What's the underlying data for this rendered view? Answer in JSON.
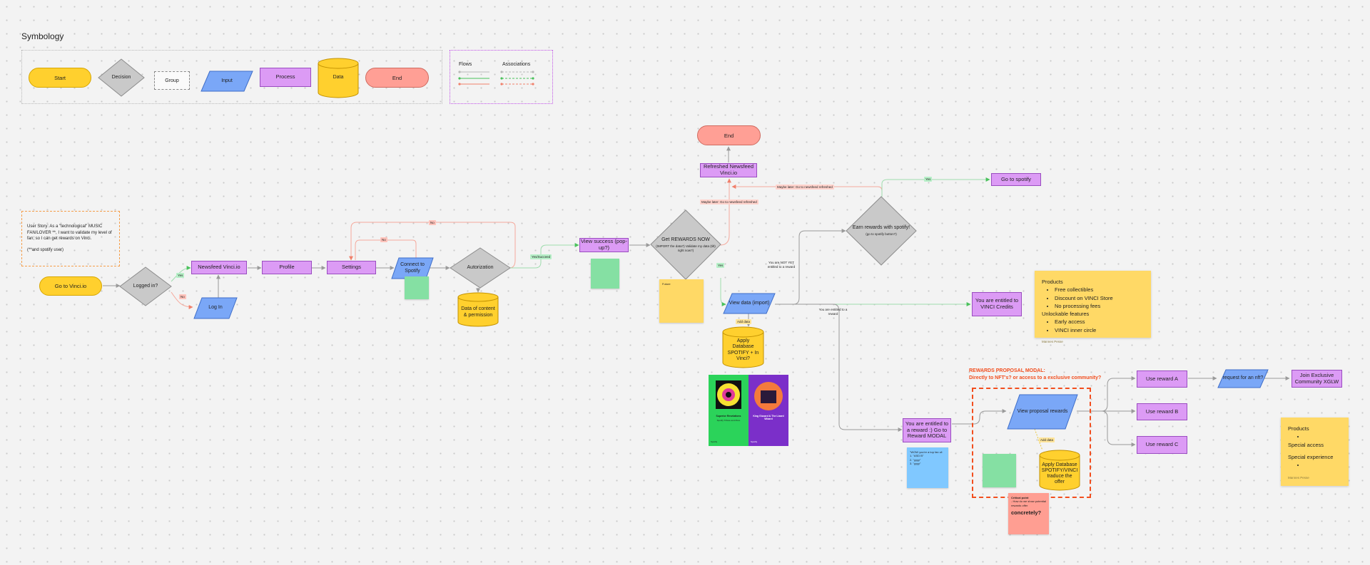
{
  "symbology": {
    "title": "Symbology",
    "start": "Start",
    "decision": "Decision",
    "group": "Group",
    "input": "Input",
    "process": "Process",
    "data": "Data",
    "end": "End"
  },
  "legend": {
    "flows": "Flows",
    "associations": "Associations",
    "colors": [
      "#b9b9b9",
      "#49c15b",
      "#f0806b"
    ]
  },
  "user_story": {
    "text": "User Story: As a \"technological\" MUSIC FAN/LOVER **, I want to validate my level of fan, so I can get rewards on Vinci.",
    "note": "(**and spotify user)"
  },
  "nodes": {
    "go_to_vinci": "Go to Vinci.io",
    "logged_in": "Logged in?",
    "newsfeed": "Newsfeed Vinci.io",
    "log_in": "Log In",
    "profile": "Profile",
    "settings": "Settings",
    "connect_spotify": "Connect to Spotify",
    "autorization": "Autorization",
    "data_content": "Data of content & permission",
    "view_success": "View success (pop-up?)",
    "get_rewards": "Get REWARDS NOW",
    "get_rewards_sub": "(IMPORT the data?) Validate my data (tilt) right now?)",
    "end": "End",
    "refreshed_newsfeed": "Refreshed Newsfeed Vinci.io",
    "earn_rewards": "Earn rewards with spotify!",
    "earn_rewards_sub": "(go to spotify button?)",
    "go_to_spotify": "Go to spotify",
    "view_data": "View data (import)",
    "apply_db": "Apply Database SPOTIFY + In Vinci?",
    "entitled_credits": "You are entitled to VINCI Credits",
    "entitled_reward": "You are entitled to a reward :) Go to Reward MODAL",
    "view_proposal": "View proposal rewards",
    "apply_db2": "Apply Database SPOTIFY/VINCI traduce the offer",
    "use_reward_a": "Use reward A",
    "use_reward_b": "Use reward B",
    "use_reward_c": "Use reward C",
    "request_nft": "request for an nft?",
    "join_community": "Join Exclusive Community XGLW"
  },
  "labels": {
    "yes": "Yes",
    "no": "No",
    "yes_success": "Yes/Succeed",
    "maybe_later_1": "Maybe later: Go to newsfeed refreshed",
    "maybe_later_2": "Maybe later: Go to newsfeed refreshed",
    "add_data": "Add data",
    "add_data_2": "Add data",
    "not_yet": "You are NOT YET entitled to a reward",
    "entitled_note": "You are entitled to a reward"
  },
  "rewards_modal": {
    "title": "REWARDS PROPOSAL MODAL:",
    "subtitle": "Directly to NFT's? or access to a exclusive community?"
  },
  "sticky_products_1": {
    "heading": "Products",
    "items": [
      "Free collectibles",
      "Discount on VINCI Store",
      "No processing fees"
    ],
    "heading2": "Unlockable features",
    "items2": [
      "Early access",
      "VINCI inner circle"
    ],
    "author": "Mannes Pesse"
  },
  "sticky_products_2": {
    "heading": "Products",
    "line1": "Special access",
    "line2": "Special experience",
    "author": "Mannes Pesse"
  },
  "sticky_notes": {
    "future": "Future",
    "critical_title": "Critical point",
    "critical_line": "- How do we show potential rewards offer",
    "critical_big": "concretely?",
    "blue_intro": "\"WOW you're a top fan of:",
    "blue_items": [
      "1. \"ASD B\"",
      "2. \"yyyy\"",
      "3. \"yyyy\""
    ]
  },
  "posters": {
    "left_title": "Superior Revelations",
    "left_sub": "Spotify Tribute and More",
    "right_title": "King Gizzard & The Lizard Wizard",
    "brand": "Spotify"
  }
}
